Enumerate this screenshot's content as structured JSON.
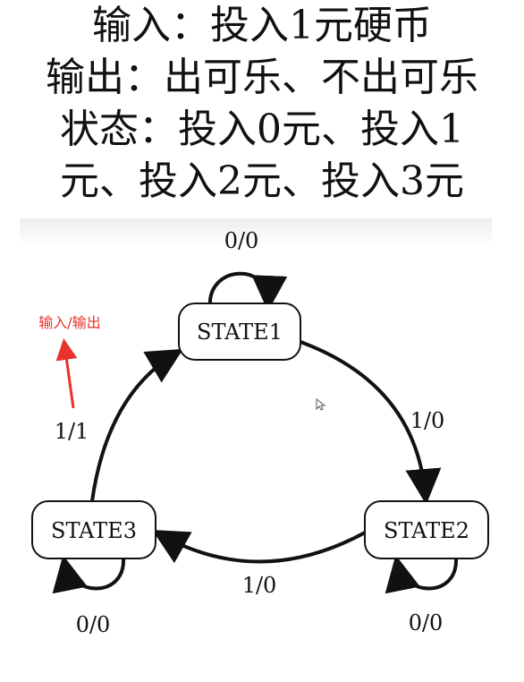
{
  "header": {
    "lines": [
      "输入：投入1元硬币",
      "输出：出可乐、不出可乐",
      "状态：投入0元、投入1",
      "元、投入2元、投入3元"
    ]
  },
  "diagram": {
    "states": [
      "STATE1",
      "STATE2",
      "STATE3"
    ],
    "transitions": {
      "s1_self": "0/0",
      "s1_to_s2": "1/0",
      "s2_to_s3": "1/0",
      "s3_to_s1": "1/1",
      "s2_self": "0/0",
      "s3_self": "0/0"
    },
    "annotation": "输入/输出"
  },
  "colors": {
    "annotation": "#e8322a",
    "stroke": "#111111"
  }
}
